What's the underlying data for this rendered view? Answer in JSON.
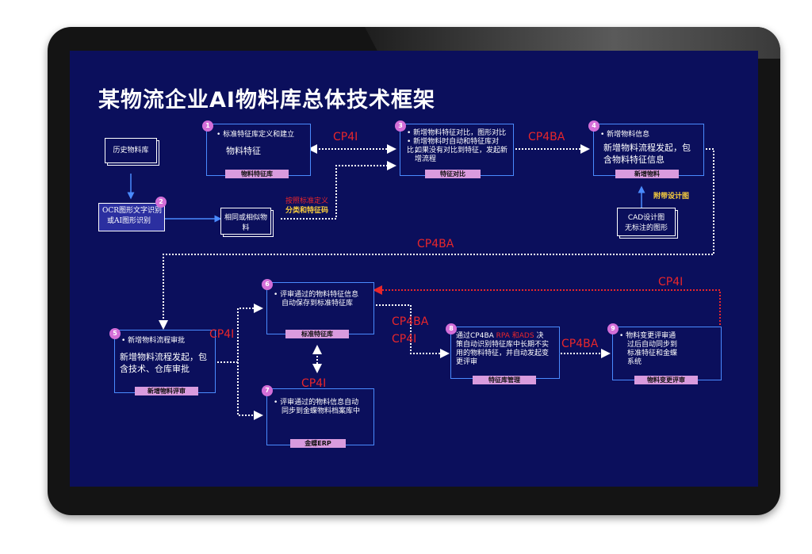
{
  "title": "某物流企业AI物料库总体技术框架",
  "history_doc": "历史物料库",
  "ocr": {
    "num": "2",
    "line1": "OCR图形文字识别",
    "line2": "或AI图形识别"
  },
  "similar_doc": {
    "line1": "相同或相似物",
    "line2": "料"
  },
  "classify": {
    "line1": "按照标准定义",
    "line2": "分类和特征码"
  },
  "node1": {
    "num": "1",
    "bullet": "标准特征库定义和建立",
    "big": "物料特征",
    "tag": "物料特征库"
  },
  "node3": {
    "num": "3",
    "b1": "新增物料特征对比，图形对比",
    "b2a": "新增物料时自动和特征库对比，",
    "b2b": "如果没有对比到特征，发起新",
    "b2c": "增流程",
    "tag": "特征对比"
  },
  "node4": {
    "num": "4",
    "bullet": "新增物料信息",
    "big1": "新增物料流程发起，包",
    "big2": "含物料特征信息",
    "tag": "新增物料"
  },
  "attach": "附带设计图",
  "cad_doc": {
    "line1": "CAD设计图",
    "line2": "无标注的图形"
  },
  "node5": {
    "num": "5",
    "bullet": "新增物料流程审批",
    "big1": "新增物料流程发起，包",
    "big2": "含技术、仓库审批",
    "tag": "新增物料评审"
  },
  "node6": {
    "num": "6",
    "b1": "评审通过的物料特征信息",
    "b2": "自动保存到标准特征库",
    "tag": "标准特征库"
  },
  "node7": {
    "num": "7",
    "b1": "评审通过的物料信息自动",
    "b2": "同步到金蝶物料档案库中",
    "tag": "金蝶ERP"
  },
  "node8": {
    "num": "8",
    "l1a": "通过CP4BA ",
    "l1b": "RPA 和ADS",
    "l1c": " 决",
    "l2": "策自动识别特征库中长期不实",
    "l3": "用的物料特征，并自动发起变",
    "l4": "更评审",
    "tag": "特征库管理"
  },
  "node9": {
    "num": "9",
    "b1": "物料变更评审通",
    "b2": "过后自动同步到",
    "b3": "标准特征和金蝶",
    "b4": "系统",
    "tag": "物料变更评审"
  },
  "labels": {
    "cp4i_a": "CP4I",
    "cp4ba_a": "CP4BA",
    "cp4ba_b": "CP4BA",
    "cp4i_b": "CP4I",
    "cp4i_c": "CP4I",
    "cp4ba_c": "CP4BA",
    "cp4i_d": "CP4I",
    "cp4i_e": "CP4I",
    "cp4ba_d": "CP4BA"
  },
  "colors": {
    "screen": "#0b0f5c",
    "box_border": "#4a8bff",
    "tag": "#d99bde",
    "num": "#d46ed8",
    "red": "#e8262b",
    "yellow": "#ffd23c"
  }
}
